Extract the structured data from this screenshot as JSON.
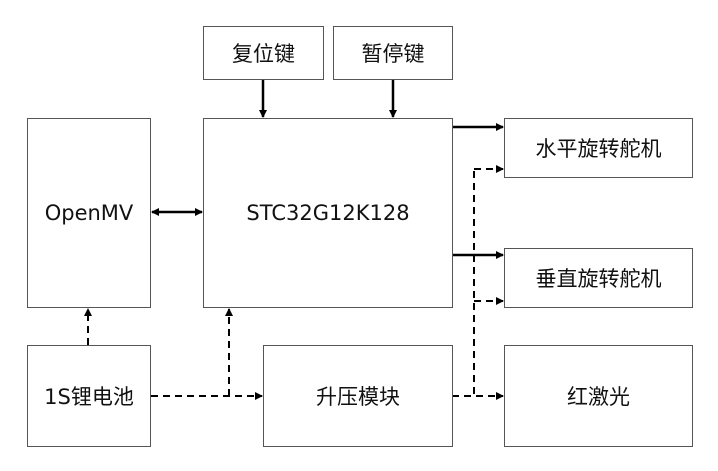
{
  "diagram": {
    "nodes": {
      "reset_key": "复位键",
      "pause_key": "暂停键",
      "openmv": "OpenMV",
      "mcu": "STC32G12K128",
      "horizontal_servo": "水平旋转舵机",
      "vertical_servo": "垂直旋转舵机",
      "battery": "1S锂电池",
      "boost_module": "升压模块",
      "laser": "红激光"
    },
    "edges": [
      {
        "from": "reset_key",
        "to": "mcu",
        "style": "solid"
      },
      {
        "from": "pause_key",
        "to": "mcu",
        "style": "solid"
      },
      {
        "from": "openmv",
        "to": "mcu",
        "style": "solid",
        "bidirectional": true
      },
      {
        "from": "mcu",
        "to": "horizontal_servo",
        "style": "solid"
      },
      {
        "from": "mcu",
        "to": "vertical_servo",
        "style": "solid"
      },
      {
        "from": "battery",
        "to": "openmv",
        "style": "dashed"
      },
      {
        "from": "battery",
        "to": "mcu",
        "style": "dashed"
      },
      {
        "from": "battery",
        "to": "boost_module",
        "style": "dashed"
      },
      {
        "from": "boost_module",
        "to": "laser",
        "style": "dashed"
      },
      {
        "from": "boost_module",
        "to": "horizontal_servo",
        "style": "dashed"
      },
      {
        "from": "boost_module",
        "to": "vertical_servo",
        "style": "dashed"
      }
    ]
  }
}
